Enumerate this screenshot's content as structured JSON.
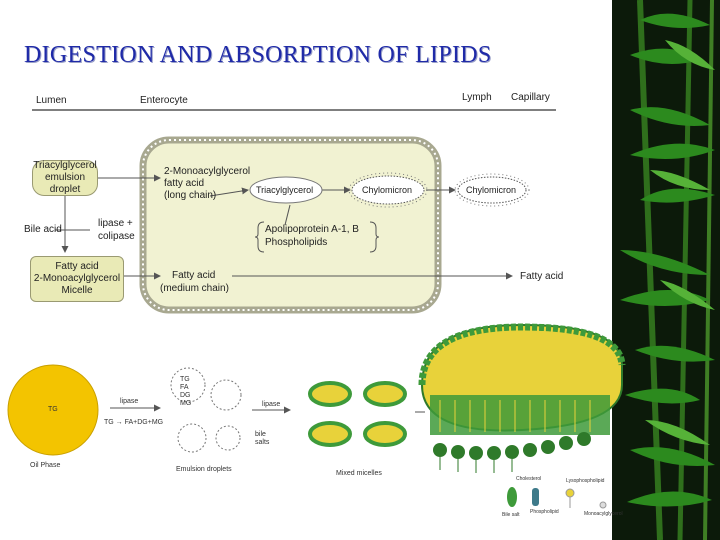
{
  "title": "DIGESTION AND ABSORPTION  OF  LIPIDS",
  "header": {
    "lumen": "Lumen",
    "enterocyte": "Enterocyte",
    "lymph": "Lymph",
    "capillary": "Capillary"
  },
  "lumen_boxes": {
    "emulsion_line1": "Triacylglycerol",
    "emulsion_line2": "emulsion droplet",
    "micelle_line1": "Fatty acid",
    "micelle_line2": "2-Monoacylglycerol",
    "micelle_line3": "Micelle"
  },
  "labels": {
    "bile_acid": "Bile acid",
    "lipase": "lipase +",
    "colipase": "colipase",
    "long_chain_line1": "2-Monoacylglycerol",
    "long_chain_line2": "fatty acid",
    "long_chain_line3": "(long chain)",
    "triacylglycerol": "Triacylglycerol",
    "chylomicron_inner": "Chylomicron",
    "chylomicron_lymph": "Chylomicron",
    "apolipoprotein": "Apolipoprotein A-1, B",
    "phospholipids": "Phospholipids",
    "medium_line1": "Fatty acid",
    "medium_line2": "(medium chain)",
    "fatty_acid_out": "Fatty acid"
  },
  "lower": {
    "tg": "TG",
    "oil_phase": "Oil Phase",
    "lipase1": "lipase",
    "reaction": "TG → FA+DG+MG",
    "emulsion_droplets": "Emulsion droplets",
    "lipase2": "lipase",
    "bile_salts": "bile salts",
    "mixed_micelles": "Mixed micelles",
    "droplet_labels": [
      "TG",
      "FA",
      "DG",
      "MG"
    ],
    "legend": [
      "Cholesterol",
      "Bile salt",
      "Phospholipid",
      "Lysophospholipid",
      "Monoacylglycerol"
    ]
  },
  "colors": {
    "title": "#1f2aa8",
    "box_fill": "#e9eab6",
    "cell_fill": "#f1f2d2",
    "membrane": "#a8a890",
    "oil_drop": "#f3c400",
    "bamboo_leaf": "#2c8a1e",
    "bilayer_green": "#3e9a3a",
    "bilayer_yellow": "#e8d23a"
  }
}
